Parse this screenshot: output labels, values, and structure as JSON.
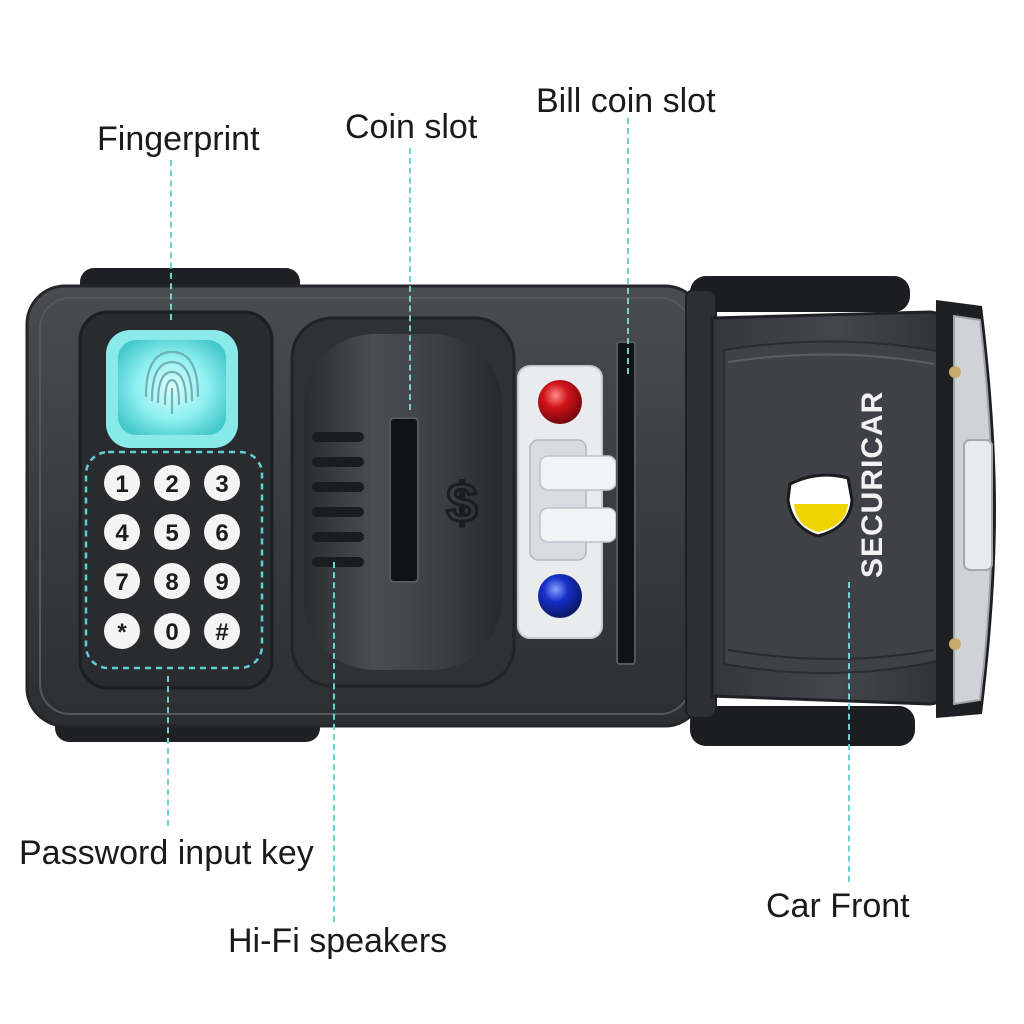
{
  "callouts": {
    "fingerprint": "Fingerprint",
    "coin_slot": "Coin slot",
    "bill_coin_slot": "Bill coin slot",
    "password_input_key": "Password input key",
    "hifi_speakers": "Hi-Fi speakers",
    "car_front": "Car Front"
  },
  "keypad": {
    "keys": [
      "1",
      "2",
      "3",
      "4",
      "5",
      "6",
      "7",
      "8",
      "9",
      "*",
      "0",
      "#"
    ]
  },
  "brand_text": "SECURICAR",
  "currency_symbol": "$",
  "icons": {
    "fingerprint": "fingerprint-icon",
    "shield": "shield-logo-icon",
    "red_light": "red-siren-light",
    "blue_light": "blue-siren-light"
  },
  "colors": {
    "body": "#3a3c40",
    "fingerprint_glow": "#5fe0e0",
    "keypad_outline": "#5ecfd4",
    "leader_line": "#6fd0d6",
    "red_light": "#d0141a",
    "blue_light": "#1530c8",
    "shield_yellow": "#f0d400"
  }
}
